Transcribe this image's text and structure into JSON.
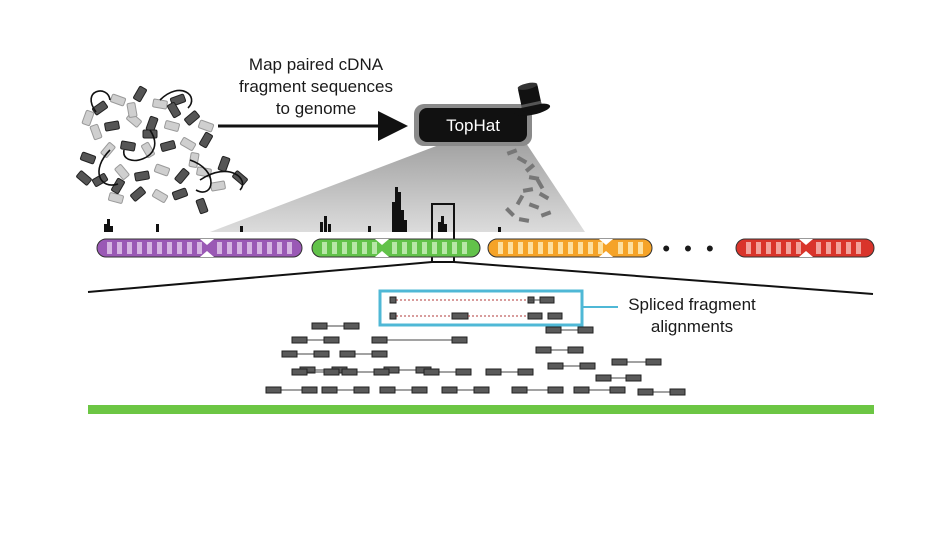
{
  "caption": {
    "line1": "Map paired cDNA",
    "line2": "fragment sequences",
    "line3": "to genome"
  },
  "tool": {
    "name": "TopHat",
    "icon": "top-hat-icon"
  },
  "annotation": {
    "line1": "Spliced fragment",
    "line2": "alignments"
  },
  "ellipsis": "• • •",
  "colors": {
    "chrom_purple": "#9a59b5",
    "chrom_green": "#62c24a",
    "chrom_orange": "#f5a328",
    "chrom_red": "#d9342b",
    "highlight_box": "#4fb8d6",
    "read": "#555555",
    "reference": "#6cc644",
    "tool_box": "#111111"
  },
  "icons": [
    "cdna-fragment-pile-icon",
    "arrow-right-icon",
    "top-hat-icon",
    "zoom-box-icon"
  ]
}
